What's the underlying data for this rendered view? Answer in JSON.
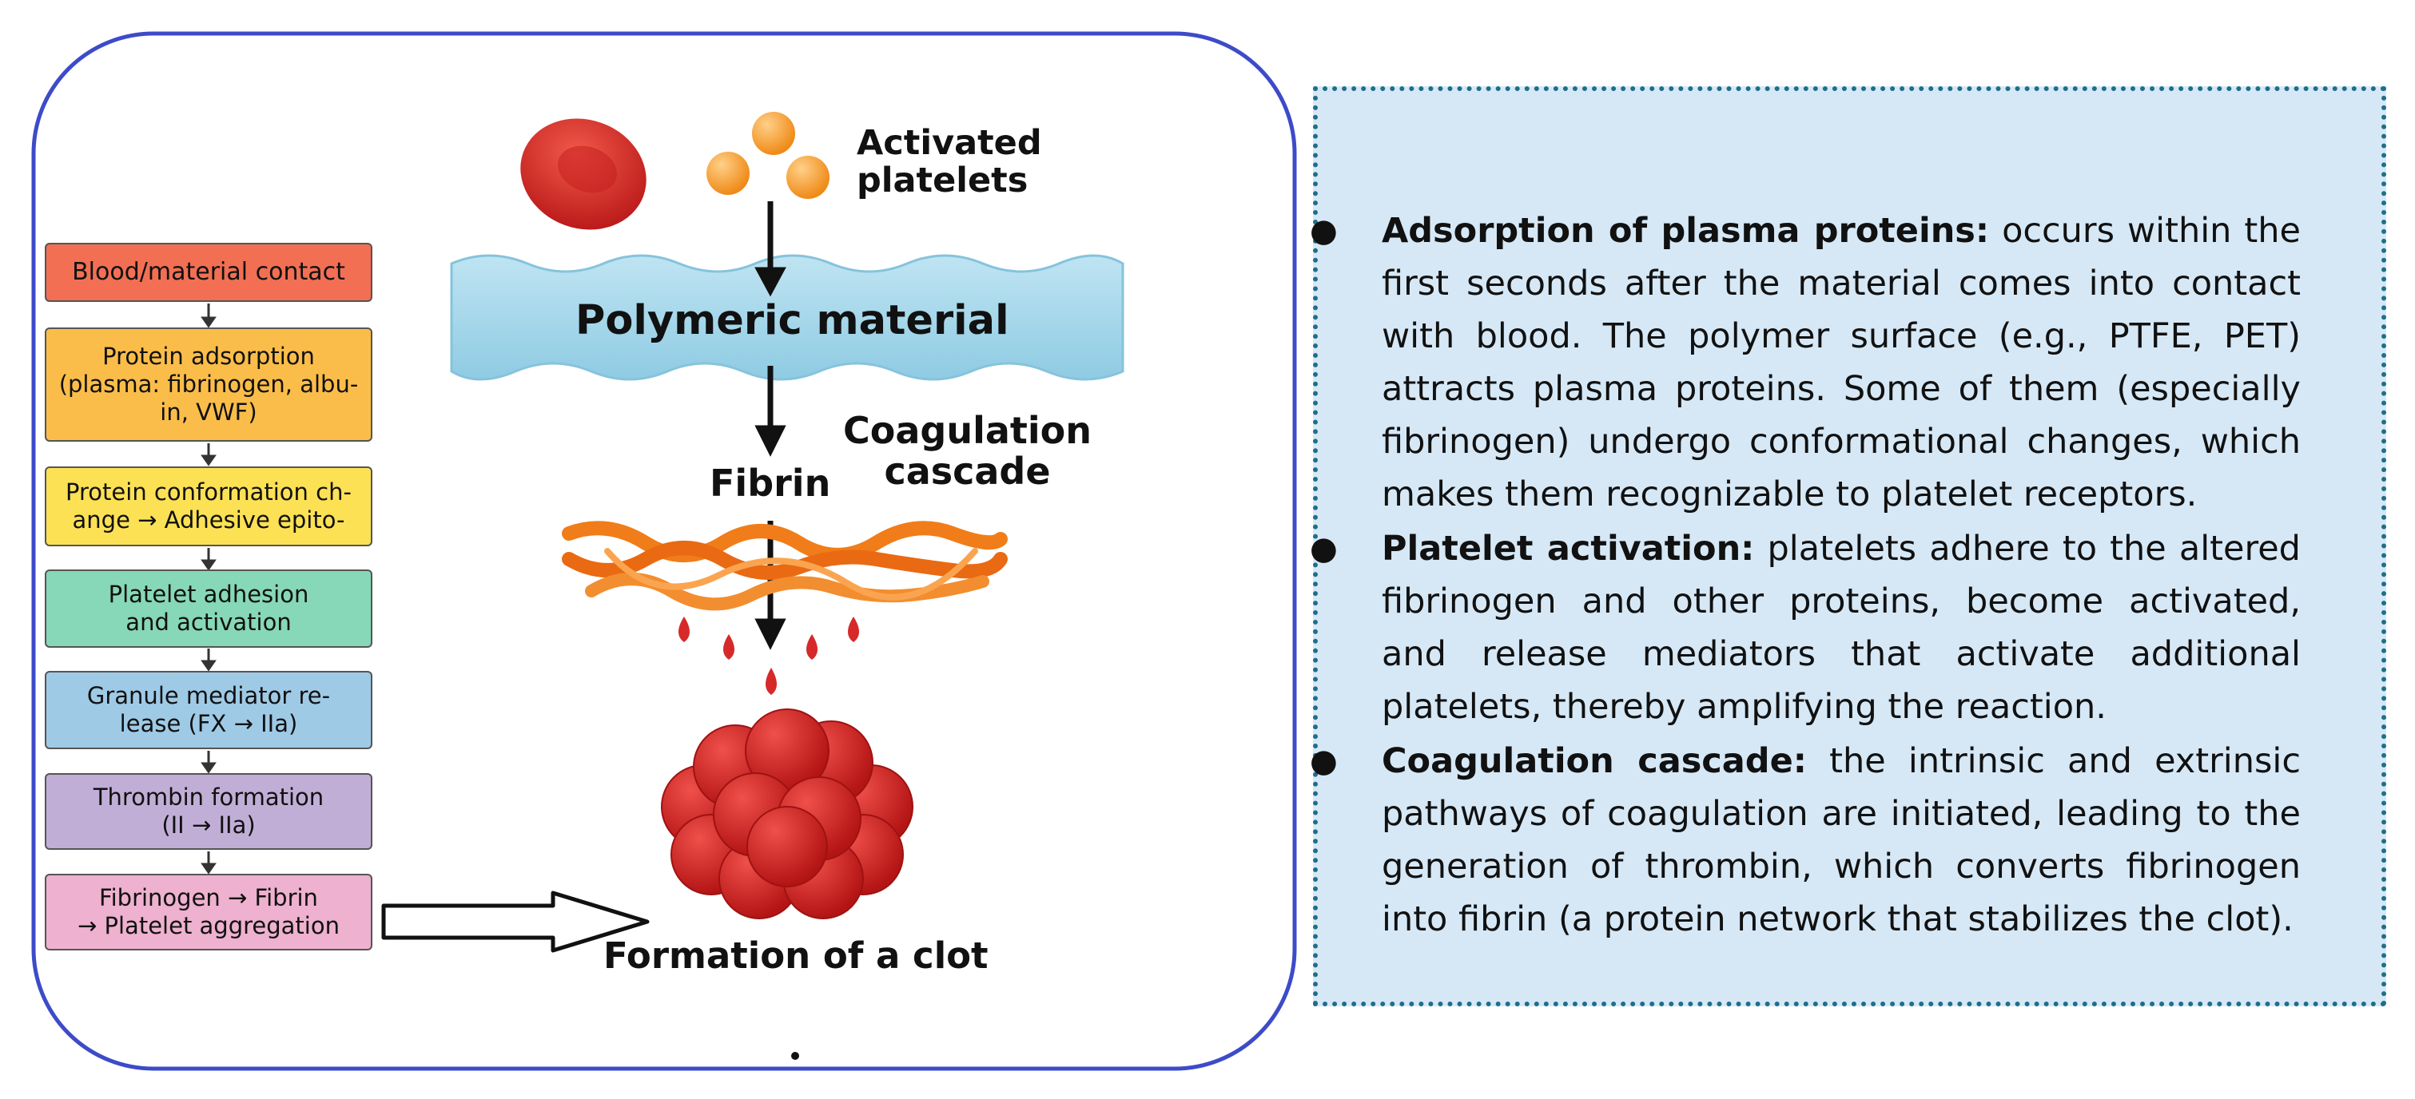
{
  "flow_steps": [
    {
      "text": "Blood/material contact",
      "color": "#f26f53"
    },
    {
      "text": "Protein adsorption\n(plasma: fibrinogen, albu-\nin, VWF)",
      "color": "#fbbd4a"
    },
    {
      "text": "Protein conformation ch-\nange → Adhesive epito-",
      "color": "#fce155"
    },
    {
      "text": "Platelet adhesion\nand activation",
      "color": "#86d8b8"
    },
    {
      "text": "Granule mediator re-\nlease (FX → IIa)",
      "color": "#9ecae6"
    },
    {
      "text": "Thrombin formation\n(II → IIa)",
      "color": "#c1aed6"
    },
    {
      "text": "Fibrinogen → Fibrin\n→ Platelet aggregation",
      "color": "#eeb1cf"
    }
  ],
  "illustration": {
    "activated_platelets": "Activated\nplatelets",
    "polymeric_material": "Polymeric material",
    "fibrin": "Fibrin",
    "coagulation_cascade": "Coagulation\ncascade",
    "clot": "Formation of a clot"
  },
  "info": [
    {
      "term": "Adsorption of plasma proteins:",
      "text": " occurs within the first seconds after the material comes into contact with blood. The polymer surface (e.g., PTFE, PET) attracts plasma proteins. Some of them (especially fibrinogen) undergo conformational changes, which makes them recognizable to platelet receptors."
    },
    {
      "term": "Platelet activation:",
      "text": " platelets adhere to the altered fibrinogen and other proteins, become activated, and release mediators that activate additional platelets, thereby amplifying the reaction."
    },
    {
      "term": "Coagulation cascade:",
      "text": " the intrinsic and extrinsic pathways of coagulation are initiated, leading to the generation of thrombin, which converts fibrinogen into fibrin (a protein network that stabilizes the clot)."
    }
  ],
  "colors": {
    "frame": "#3d4bc9",
    "panel_bg": "#d6e8f6",
    "panel_border": "#1d6f8c",
    "blood": "#d62a2a",
    "platelet": "#f29a25",
    "fibrin": "#f07d1a",
    "polymer": "#a6d6ea"
  }
}
